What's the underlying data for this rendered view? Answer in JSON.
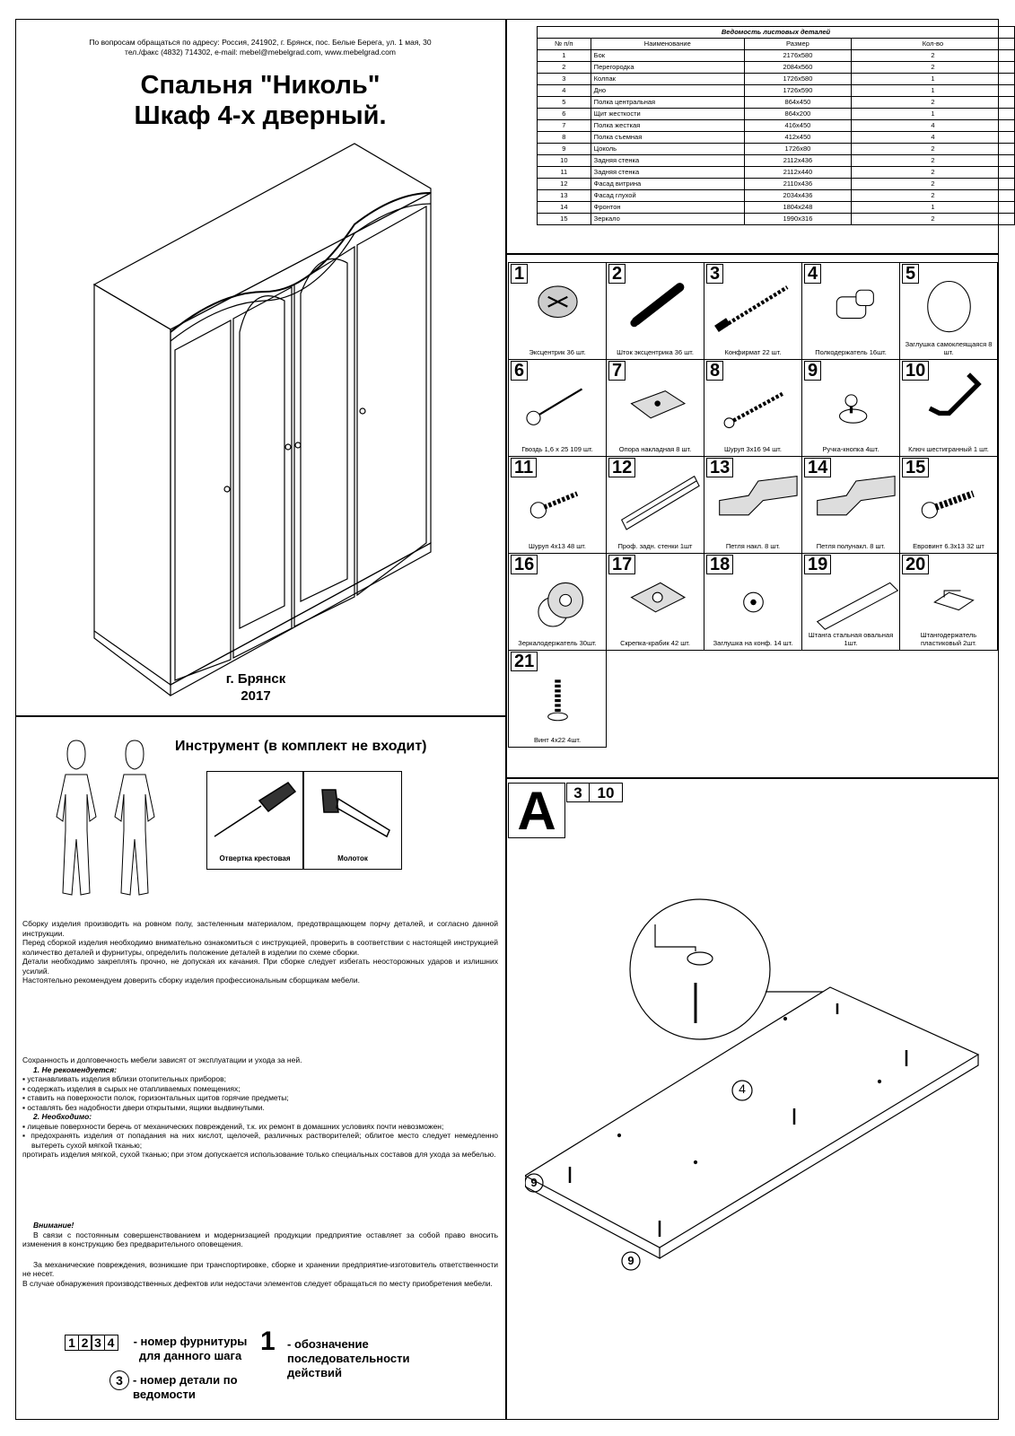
{
  "header": {
    "contact_line1": "По вопросам обращаться по адресу: Россия, 241902, г. Брянск, пос. Белые Берега, ул. 1 мая, 30",
    "contact_line2": "тел./факс (4832) 714302, e-mail: mebel@mebelgrad.com, www.mebelgrad.com",
    "title_line1": "Спальня \"Николь\"",
    "title_line2": "Шкаф 4-х дверный.",
    "city": "г. Брянск",
    "year": "2017"
  },
  "bom": {
    "title": "Ведомость листовых деталей",
    "col_num": "№ п/п",
    "col_name": "Наименование",
    "col_size": "Размер",
    "col_qty": "Кол-во",
    "rows": [
      {
        "n": "1",
        "name": "Бок",
        "size": "2176x580",
        "qty": "2"
      },
      {
        "n": "2",
        "name": "Перегородка",
        "size": "2084x560",
        "qty": "2"
      },
      {
        "n": "3",
        "name": "Колпак",
        "size": "1726x580",
        "qty": "1"
      },
      {
        "n": "4",
        "name": "Дно",
        "size": "1726x590",
        "qty": "1"
      },
      {
        "n": "5",
        "name": "Полка центральная",
        "size": "864x450",
        "qty": "2"
      },
      {
        "n": "6",
        "name": "Щит жесткости",
        "size": "864x200",
        "qty": "1"
      },
      {
        "n": "7",
        "name": "Полка жесткая",
        "size": "416x450",
        "qty": "4"
      },
      {
        "n": "8",
        "name": "Полка съемная",
        "size": "412x450",
        "qty": "4"
      },
      {
        "n": "9",
        "name": "Цоколь",
        "size": "1726x80",
        "qty": "2"
      },
      {
        "n": "10",
        "name": "Задняя стенка",
        "size": "2112x436",
        "qty": "2"
      },
      {
        "n": "11",
        "name": "Задняя стенка",
        "size": "2112x440",
        "qty": "2"
      },
      {
        "n": "12",
        "name": "Фасад витрина",
        "size": "2110x436",
        "qty": "2"
      },
      {
        "n": "13",
        "name": "Фасад глухой",
        "size": "2034x436",
        "qty": "2"
      },
      {
        "n": "14",
        "name": "Фронтон",
        "size": "1804x248",
        "qty": "1"
      },
      {
        "n": "15",
        "name": "Зеркало",
        "size": "1990x316",
        "qty": "2"
      }
    ]
  },
  "hardware": [
    {
      "n": "1",
      "label": "Эксцентрик 36 шт."
    },
    {
      "n": "2",
      "label": "Шток эксцентрика 36 шт."
    },
    {
      "n": "3",
      "label": "Конфирмат 22 шт."
    },
    {
      "n": "4",
      "label": "Полкодержатель 16шт."
    },
    {
      "n": "5",
      "label": "Заглушка самоклеящаяся 8 шт."
    },
    {
      "n": "6",
      "label": "Гвоздь 1,6 х 25 109 шт."
    },
    {
      "n": "7",
      "label": "Опора накладная 8 шт."
    },
    {
      "n": "8",
      "label": "Шуруп 3х16 94 шт."
    },
    {
      "n": "9",
      "label": "Ручка-кнопка 4шт."
    },
    {
      "n": "10",
      "label": "Ключ шестигранный 1 шт."
    },
    {
      "n": "11",
      "label": "Шуруп 4х13 48 шт."
    },
    {
      "n": "12",
      "label": "Проф. задн. стенки 1шт"
    },
    {
      "n": "13",
      "label": "Петля накл. 8 шт."
    },
    {
      "n": "14",
      "label": "Петля полунакл. 8 шт."
    },
    {
      "n": "15",
      "label": "Евровинт 6.3х13 32 шт"
    },
    {
      "n": "16",
      "label": "Зеркалодержатель 30шт."
    },
    {
      "n": "17",
      "label": "Скрепка-крабик 42 шт."
    },
    {
      "n": "18",
      "label": "Заглушка на конф. 14 шт."
    },
    {
      "n": "19",
      "label": "Штанга стальная овальная 1шт."
    },
    {
      "n": "20",
      "label": "Штангодержатель пластиковый 2шт."
    },
    {
      "n": "21",
      "label": "Винт 4х22 4шт."
    }
  ],
  "tools": {
    "title": "Инструмент (в комплект не входит)",
    "screwdriver": "Отвертка крестовая",
    "hammer": "Молоток"
  },
  "assembly_text": "Сборку изделия производить на ровном полу, застеленным материалом, предотвращающем порчу деталей, и согласно данной инструкции.",
  "before_text": "Перед сборкой изделия необходимо внимательно ознакомиться с инструкцией, проверить в соответствии с настоящей инструкцией количество деталей и фурнитуры, определить положение деталей в изделии по схеме сборки.",
  "fix_text": "Детали необходимо закреплять прочно, не допуская их качания. При сборке следует избегать неосторожных ударов и излишних усилий.",
  "pro_text": "Настоятельно рекомендуем доверить сборку изделия профессиональным сборщикам мебели.",
  "care": {
    "intro": "Сохранность и долговечность мебели зависят от эксплуатации и ухода за ней.",
    "not_rec_title": "1. Не рекомендуется:",
    "not_rec": [
      "устанавливать изделия вблизи отопительных приборов;",
      "содержать изделия в сырых не отапливаемых помещениях;",
      "ставить на поверхности полок, горизонтальных щитов горячие предметы;",
      "оставлять без надобности двери открытыми, ящики выдвинутыми."
    ],
    "need_title": "2. Необходимо:",
    "need": [
      "лицевые поверхности беречь от механических повреждений, т.к. их  ремонт в домашних условиях почти невозможен;",
      "предохранять изделия от попадания на них кислот, щелочей, различных растворителей; облитое место следует немедленно вытереть сухой мягкой тканью;"
    ],
    "clean": "протирать изделия мягкой, сухой тканью; при этом допускается использование только специальных составов для ухода за мебелью."
  },
  "attention": {
    "title": "Внимание!",
    "text": "В связи с постоянным совершенствованием и модернизацией продукции предприятие оставляет за собой право вносить изменения в конструкцию без предварительного оповещения.",
    "damage": "За механические повреждения, возникшие при транспортировке, сборке и хранении предприятие-изготовитель ответственности не несет.",
    "defects": "В случае обнаружения производственных дефектов или недостачи элементов следует обращаться по месту приобретения мебели."
  },
  "legend": {
    "boxes": [
      "1",
      "2",
      "3",
      "4"
    ],
    "hardware_desc": "- номер фурнитуры для данного шага",
    "step_num": "1",
    "step_desc": "- обозначение последовательности действий",
    "circle_num": "3",
    "detail_desc": "- номер детали по ведомости"
  },
  "step": {
    "letter": "A",
    "hardware": [
      "3",
      "10"
    ],
    "part_label": "4",
    "plinth_label": "9"
  }
}
